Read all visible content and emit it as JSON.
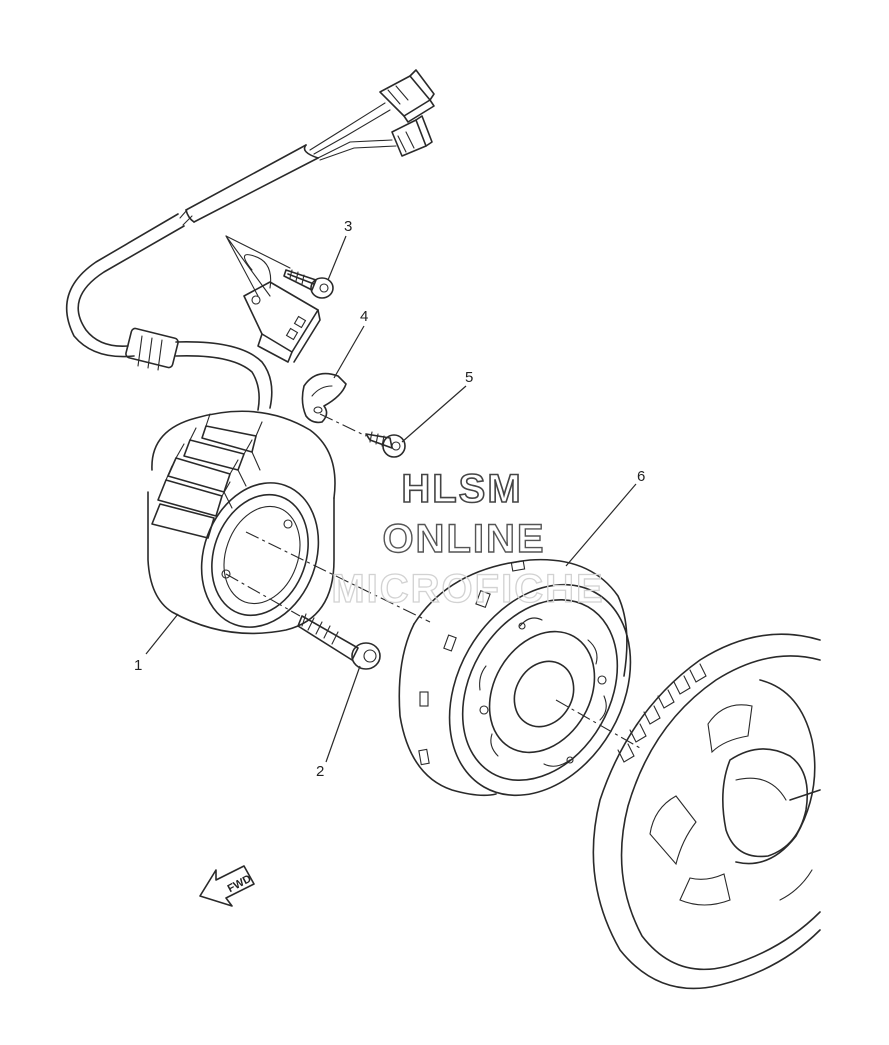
{
  "diagram": {
    "callouts": [
      {
        "id": "1",
        "label": "1"
      },
      {
        "id": "2",
        "label": "2"
      },
      {
        "id": "3",
        "label": "3"
      },
      {
        "id": "4",
        "label": "4"
      },
      {
        "id": "5",
        "label": "5"
      },
      {
        "id": "6",
        "label": "6"
      }
    ],
    "fwd_label": "FWD"
  },
  "watermark": {
    "line1": "HLSM",
    "line2": "ONLINE",
    "line3": "MICROFICHE"
  },
  "colors": {
    "line": "#2a2a2a",
    "background": "#ffffff"
  }
}
